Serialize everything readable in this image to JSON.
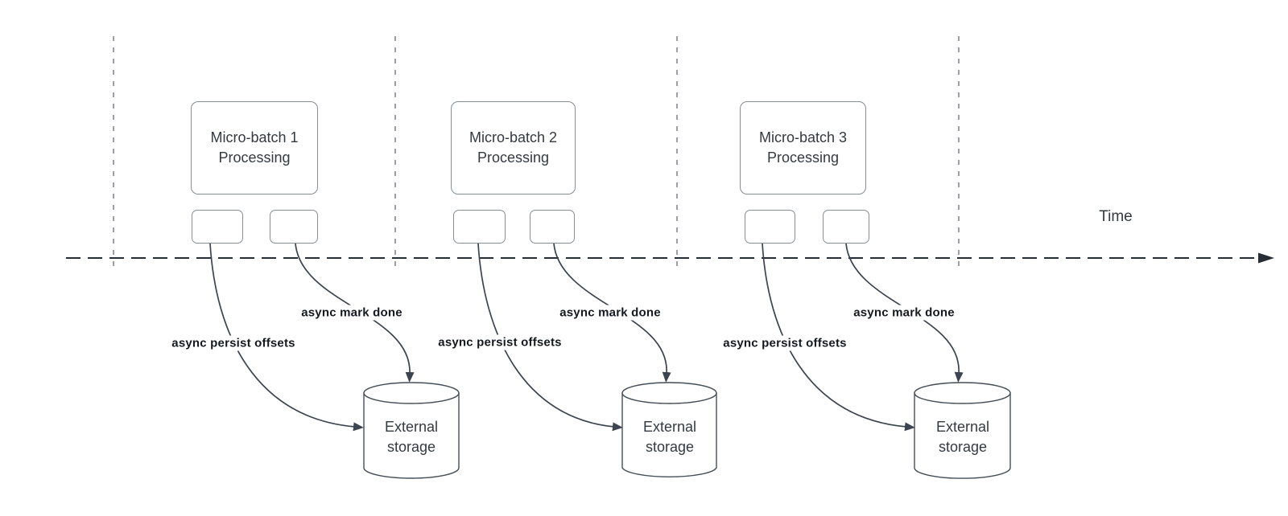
{
  "diagram": {
    "time_axis_label": "Time",
    "groups": [
      {
        "process_label": "Micro-batch 1 Processing",
        "persist_label": "async persist offsets",
        "done_label": "async mark done",
        "storage_label": "External storage"
      },
      {
        "process_label": "Micro-batch 2 Processing",
        "persist_label": "async persist offsets",
        "done_label": "async mark done",
        "storage_label": "External storage"
      },
      {
        "process_label": "Micro-batch 3 Processing",
        "persist_label": "async persist offsets",
        "done_label": "async mark done",
        "storage_label": "External storage"
      }
    ]
  },
  "colors": {
    "canvas_bg": "#ffffff",
    "guide_line": "#9aa0a5",
    "time_axis": "#272d34",
    "shape_border": "#878e94",
    "cylinder_stroke": "#454e57",
    "connector": "#3b4450",
    "shape_text": "#343a41",
    "connector_label_text": "#14191f"
  }
}
